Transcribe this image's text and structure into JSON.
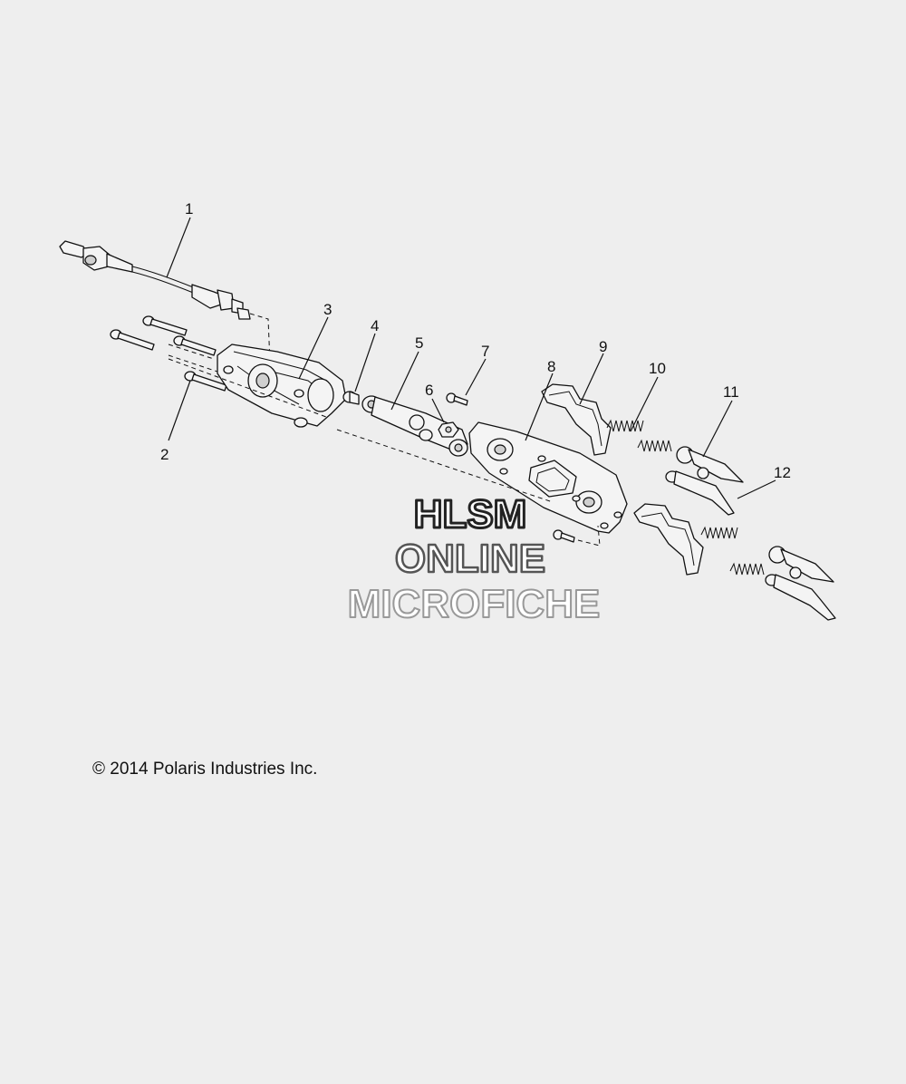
{
  "callouts": [
    {
      "id": "c1",
      "label": "1"
    },
    {
      "id": "c2",
      "label": "2"
    },
    {
      "id": "c3",
      "label": "3"
    },
    {
      "id": "c4",
      "label": "4"
    },
    {
      "id": "c5",
      "label": "5"
    },
    {
      "id": "c6",
      "label": "6"
    },
    {
      "id": "c7",
      "label": "7"
    },
    {
      "id": "c8",
      "label": "8"
    },
    {
      "id": "c9",
      "label": "9"
    },
    {
      "id": "c10",
      "label": "10"
    },
    {
      "id": "c11",
      "label": "11"
    },
    {
      "id": "c12",
      "label": "12"
    }
  ],
  "watermark": {
    "line1": "HLSM",
    "line2": "ONLINE",
    "line3": "MICROFICHE",
    "color1": "#222222",
    "color2": "#555555",
    "color3": "#999999"
  },
  "copyright": "© 2014 Polaris Industries Inc."
}
